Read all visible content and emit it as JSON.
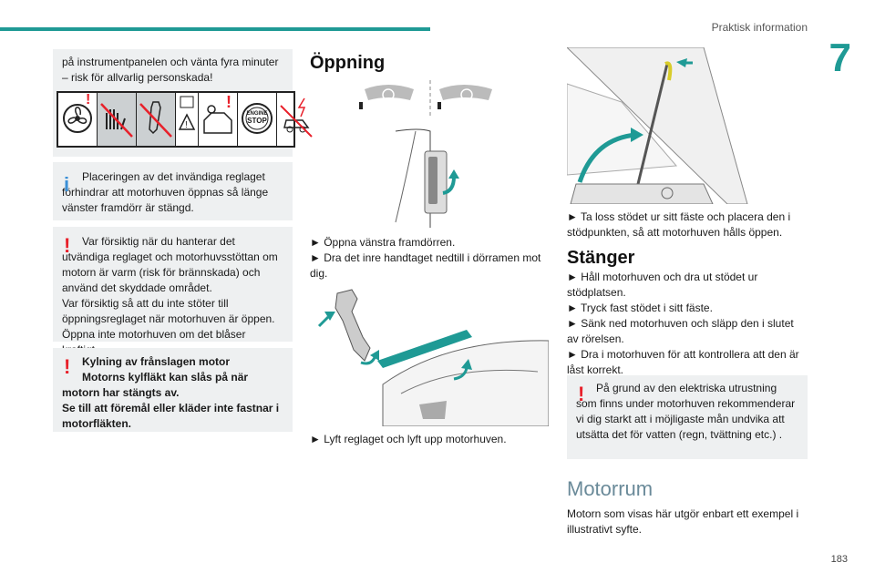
{
  "header": {
    "section": "Praktisk information",
    "chapter": "7",
    "page": "183"
  },
  "left": {
    "box1": {
      "text": "på instrumentpanelen och vänta fyra minuter – risk för allvarlig personskada!"
    },
    "warnstrip": {
      "icons": [
        "fan-icon",
        "hand-cross-icon",
        "warning-triangle-icon",
        "engine-hood-icon",
        "engine-stop-icon",
        "car-no-icon"
      ],
      "stop_label_1": "ENGINE",
      "stop_label_2": "STOP"
    },
    "box2": {
      "text": "Placeringen av det invändiga reglaget förhindrar att motorhuven öppnas så länge vänster framdörr är stängd."
    },
    "box3": {
      "lines": [
        "Var försiktig när du hanterar det utvändiga reglaget och motorhuvsstöttan om motorn är varm (risk för brännskada) och använd det skyddade området.",
        "Var försiktig så att du inte stöter till öppningsreglaget när motorhuven är öppen.",
        "Öppna inte motorhuven om det blåser kraftigt."
      ]
    },
    "box4": {
      "bold_lines": [
        "Kylning av frånslagen motor",
        "Motorns kylfläkt kan slås på när motorn har stängts av.",
        "Se till att föremål eller kläder inte fastnar i motorfläkten."
      ]
    }
  },
  "middle": {
    "title": "Öppning",
    "step1": "► Öppna vänstra framdörren.",
    "step2": "► Dra det inre handtaget nedtill i dörramen mot dig.",
    "step3": "► Lyft reglaget och lyft upp motorhuven."
  },
  "right": {
    "step1": "► Ta loss stödet ur sitt fäste och placera den i stödpunkten, så att motorhuven hålls öppen.",
    "closing_title": "Stänger",
    "closing_steps": [
      "► Håll motorhuven och dra ut stödet ur stödplatsen.",
      "► Tryck fast stödet i sitt fäste.",
      "► Sänk ned motorhuven och släpp den i slutet av rörelsen.",
      "► Dra i motorhuven för att kontrollera att den är låst korrekt."
    ],
    "warnbox": "På grund av den elektriska utrustning som finns under motorhuven rekommenderar vi dig starkt att i möjligaste mån undvika att utsätta det för vatten (regn, tvättning etc.) .",
    "motorrum_title": "Motorrum",
    "motorrum_text": "Motorn som visas här utgör enbart ett exempel i illustrativt syfte."
  },
  "colors": {
    "accent": "#1f9a95",
    "warning": "#e8202a",
    "info": "#3a8fd6",
    "box_bg": "#eef0f1"
  }
}
